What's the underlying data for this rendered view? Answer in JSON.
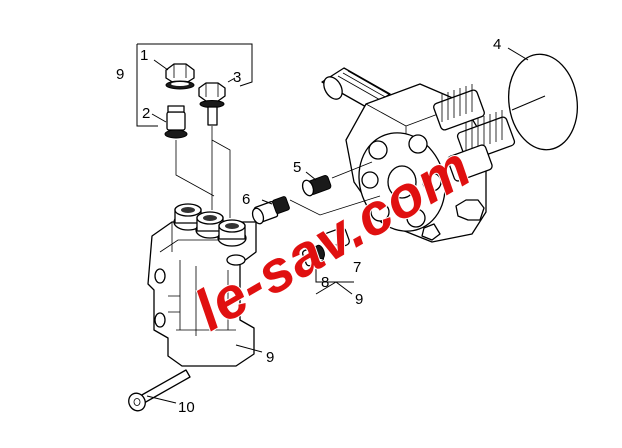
{
  "callouts": {
    "c1": "1",
    "c2": "2",
    "c3": "3",
    "c4": "4",
    "c5": "5",
    "c6": "6",
    "c7": "7",
    "c8": "8",
    "c9a": "9",
    "c9b": "9",
    "c9c": "9",
    "c10": "10"
  },
  "watermark": {
    "text": "le-sav.com",
    "color": "#e01010"
  }
}
